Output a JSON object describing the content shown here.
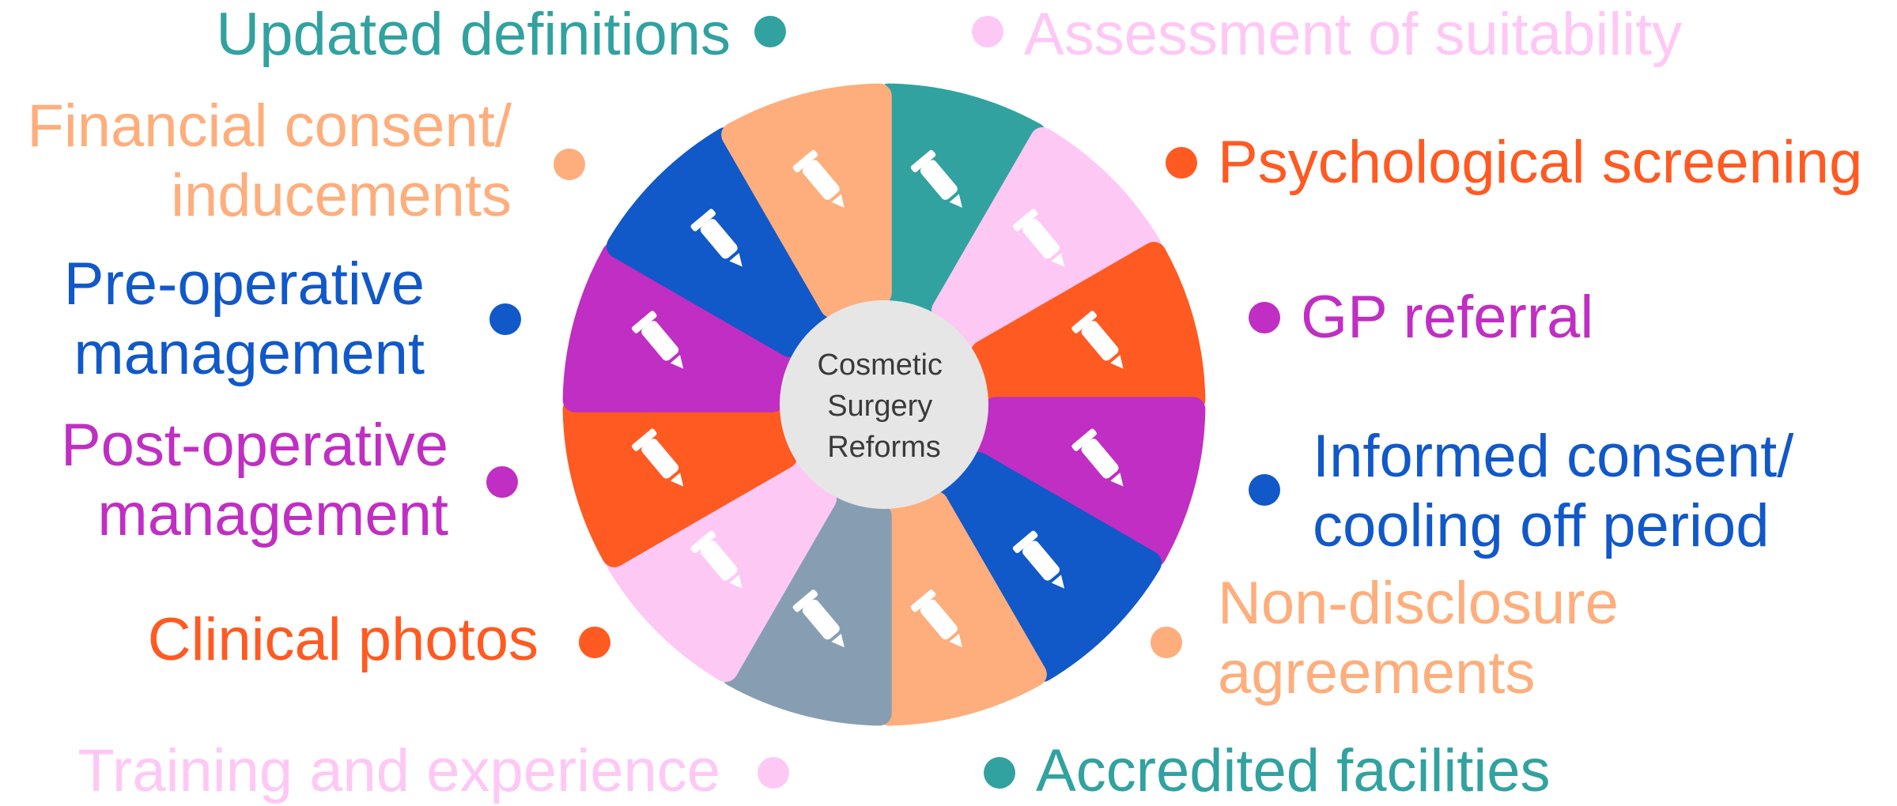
{
  "center": {
    "lines": [
      "Cosmetic",
      "Surgery",
      "Reforms"
    ]
  },
  "items": [
    {
      "id": "updated-definitions",
      "lines": [
        "Updated definitions"
      ],
      "color": "#31A2A0",
      "icon": "link-icon"
    },
    {
      "id": "assessment-of-suitability",
      "lines": [
        "Assessment of suitability"
      ],
      "color": "#FEC8F5",
      "icon": "highlighter-icon"
    },
    {
      "id": "psychological-screening",
      "lines": [
        "Psychological screening"
      ],
      "color": "#FF5A22",
      "icon": "ruler-icon"
    },
    {
      "id": "gp-referral",
      "lines": [
        "GP referral"
      ],
      "color": "#C02EC3",
      "icon": "syringe-icon"
    },
    {
      "id": "informed-consent",
      "lines": [
        "Informed consent/",
        "cooling off period"
      ],
      "color": "#1158C9",
      "icon": "scalpel-icon"
    },
    {
      "id": "non-disclosure-agreements",
      "lines": [
        "Non-disclosure",
        "agreements"
      ],
      "color": "#FEAE7C",
      "icon": "dropper-icon"
    },
    {
      "id": "accredited-facilities",
      "lines": [
        "Accredited facilities"
      ],
      "color": "#31A2A0",
      "icon": "thermometer-icon"
    },
    {
      "id": "training-and-experience",
      "lines": [
        "Training and experience"
      ],
      "color": "#FEC8F5",
      "icon": "pencil-icon"
    },
    {
      "id": "clinical-photos",
      "lines": [
        "Clinical photos"
      ],
      "color": "#FF5A22",
      "icon": "dna-icon"
    },
    {
      "id": "post-operative-management",
      "lines": [
        "Post-operative",
        "management"
      ],
      "color": "#C02EC3",
      "icon": "test-tube-icon"
    },
    {
      "id": "pre-operative-management",
      "lines": [
        "Pre-operative",
        "management"
      ],
      "color": "#1158C9",
      "icon": "microscope-icon"
    },
    {
      "id": "financial-consent",
      "lines": [
        "Financial consent/",
        "inducements"
      ],
      "color": "#FEAE7C",
      "icon": "marker-icon"
    }
  ],
  "segment_colors": [
    "#31A2A0",
    "#FEC8F5",
    "#FF5A22",
    "#C02EC3",
    "#1158C9",
    "#FEAE7C",
    "#879EB2",
    "#FEC8F5",
    "#FF5A22",
    "#C02EC3",
    "#1158C9",
    "#FEAE7C"
  ],
  "center_fill": "#E6E6E6",
  "center_text_color": "#3A3A3A"
}
